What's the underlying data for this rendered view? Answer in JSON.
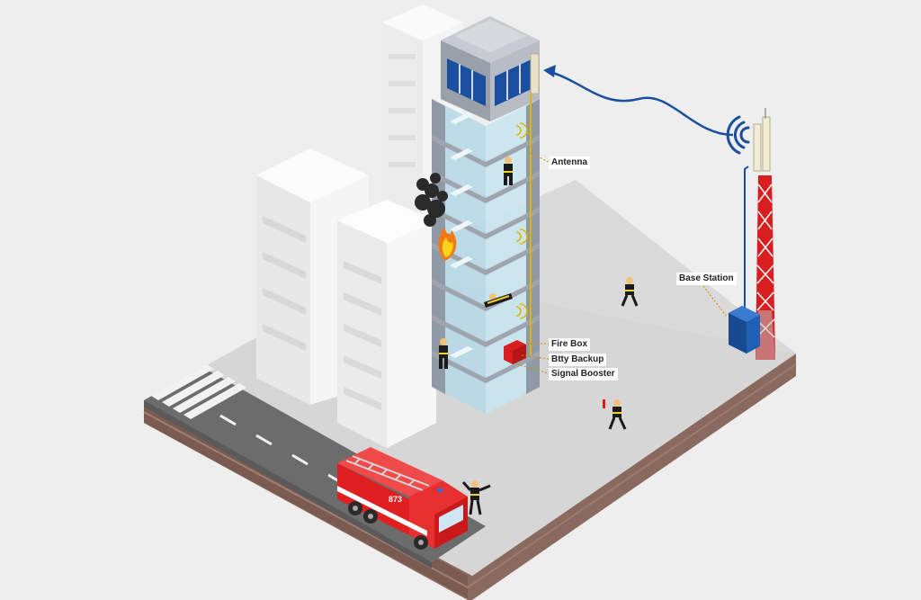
{
  "labels": {
    "antenna": "Antenna",
    "base_station": "Base Station",
    "fire_box": "Fire Box",
    "btty_backup": "Btty Backup",
    "signal_booster": "Signal Booster"
  },
  "truck": {
    "number": "873"
  },
  "colors": {
    "background": "#eeeeee",
    "ground_top": "#dcdcdc",
    "ground_soil": "#8a6a5f",
    "road": "#6f6f6f",
    "glass": "#bfe3f0",
    "window_blue": "#1a4fa0",
    "fire_red": "#e02020",
    "tower_red": "#d81e1e",
    "base_box": "#1f5fb4",
    "signal_wave": "#1a4fa0",
    "cable_yellow": "#e0b400"
  },
  "icons": {
    "signal": "wifi-signal-icon",
    "smoke": "smoke-icon",
    "flame": "flame-icon"
  }
}
